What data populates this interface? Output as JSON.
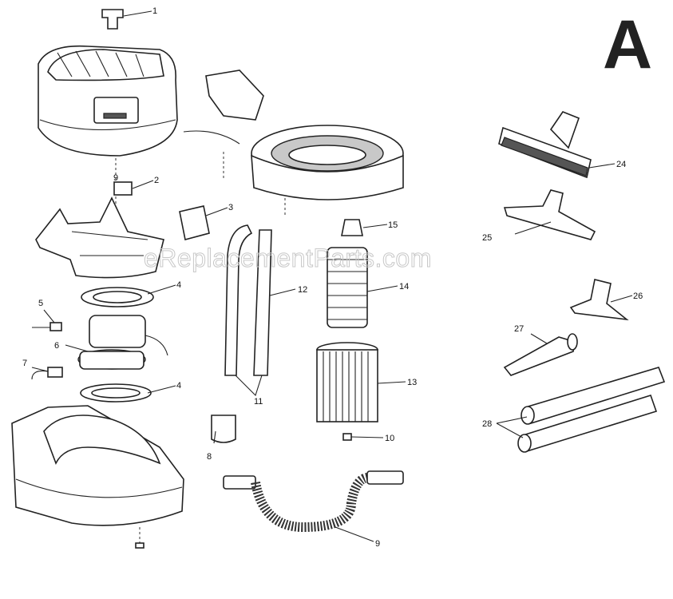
{
  "diagram": {
    "section_letter": "A",
    "watermark": "eReplacementParts.com",
    "part_labels": [
      "1",
      "2",
      "3",
      "4",
      "5",
      "6",
      "7",
      "4",
      "8",
      "9",
      "10",
      "11",
      "12",
      "13",
      "14",
      "15",
      "24",
      "25",
      "26",
      "27",
      "28"
    ],
    "small_mark": "9"
  }
}
